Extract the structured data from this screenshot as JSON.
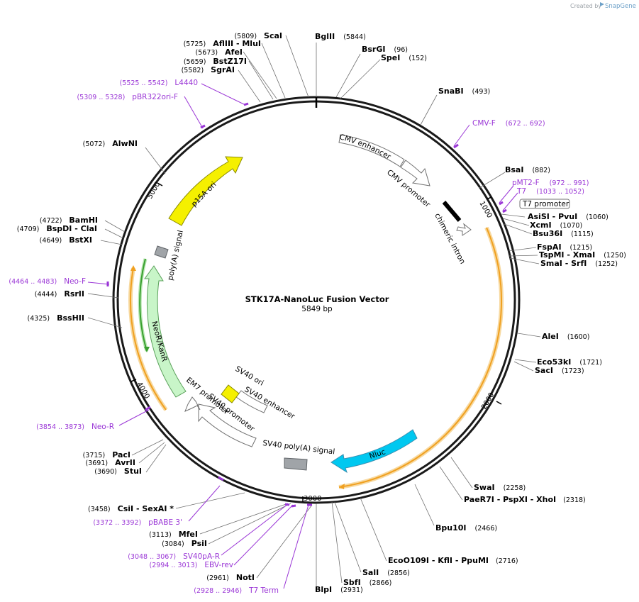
{
  "header": {
    "credit": "Created by",
    "logo": "SnapGene",
    "logo_icon": "snapgene-logo-icon"
  },
  "plasmid": {
    "name": "STK17A-NanoLuc Fusion Vector",
    "length_label": "5849 bp",
    "length": 5849
  },
  "ticks": [
    {
      "label": "1000",
      "pos": 1000
    },
    {
      "label": "2000",
      "pos": 2000
    },
    {
      "label": "3000",
      "pos": 3000
    },
    {
      "label": "4000",
      "pos": 4000
    },
    {
      "label": "5000",
      "pos": 5000
    }
  ],
  "sites": [
    {
      "pre": "",
      "name": "BglII",
      "pos": "(5844)"
    },
    {
      "pre": "",
      "name": "BsrGI",
      "pos": "(96)"
    },
    {
      "pre": "",
      "name": "SpeI",
      "pos": "(152)"
    },
    {
      "pre": "",
      "name": "SnaBI",
      "pos": "(493)"
    },
    {
      "pre": "",
      "name": "BsaI",
      "pos": "(882)"
    },
    {
      "pre": "",
      "name": "AsiSI  - PvuI",
      "pos": "(1060)"
    },
    {
      "pre": "",
      "name": "XcmI",
      "pos": "(1070)"
    },
    {
      "pre": "",
      "name": "Bsu36I",
      "pos": "(1115)"
    },
    {
      "pre": "",
      "name": "FspAI",
      "pos": "(1215)"
    },
    {
      "pre": "",
      "name": "TspMI  - XmaI",
      "pos": "(1250)"
    },
    {
      "pre": "",
      "name": "SmaI  - SrfI",
      "pos": "(1252)"
    },
    {
      "pre": "",
      "name": "AleI",
      "pos": "(1600)"
    },
    {
      "pre": "",
      "name": "Eco53kI",
      "pos": "(1721)"
    },
    {
      "pre": "",
      "name": "SacI",
      "pos": "(1723)"
    },
    {
      "pre": "",
      "name": "SwaI",
      "pos": "(2258)"
    },
    {
      "pre": "",
      "name": "PaeR7I  - PspXI  - XhoI",
      "pos": "(2318)"
    },
    {
      "pre": "",
      "name": "Bpu10I",
      "pos": "(2466)"
    },
    {
      "pre": "",
      "name": "EcoO109I  - KflI  - PpuMI",
      "pos": "(2716)"
    },
    {
      "pre": "",
      "name": "SalI",
      "pos": "(2856)"
    },
    {
      "pre": "",
      "name": "SbfI",
      "pos": "(2866)"
    },
    {
      "pre": "",
      "name": "BlpI",
      "pos": "(2931)"
    },
    {
      "pre": "(2961)",
      "name": "NotI",
      "pos": ""
    },
    {
      "pre": "(3084)",
      "name": "PsiI",
      "pos": ""
    },
    {
      "pre": "(3113)",
      "name": "MfeI",
      "pos": ""
    },
    {
      "pre": "(3458)",
      "name": "CsiI  - SexAI *",
      "pos": ""
    },
    {
      "pre": "(3690)",
      "name": "StuI",
      "pos": ""
    },
    {
      "pre": "(3691)",
      "name": "AvrII",
      "pos": ""
    },
    {
      "pre": "(3715)",
      "name": "PacI",
      "pos": ""
    },
    {
      "pre": "(4325)",
      "name": "BssHII",
      "pos": ""
    },
    {
      "pre": "(4444)",
      "name": "RsrII",
      "pos": ""
    },
    {
      "pre": "(4649)",
      "name": "BstXI",
      "pos": ""
    },
    {
      "pre": "(4709)",
      "name": "BspDI  - ClaI",
      "pos": ""
    },
    {
      "pre": "(4722)",
      "name": "BamHI",
      "pos": ""
    },
    {
      "pre": "(5072)",
      "name": "AlwNI",
      "pos": ""
    },
    {
      "pre": "(5582)",
      "name": "SgrAI",
      "pos": ""
    },
    {
      "pre": "(5659)",
      "name": "BstZ17I",
      "pos": ""
    },
    {
      "pre": "(5673)",
      "name": "AfeI",
      "pos": ""
    },
    {
      "pre": "(5725)",
      "name": "AflIII  - MluI",
      "pos": ""
    },
    {
      "pre": "(5809)",
      "name": "ScaI",
      "pos": ""
    }
  ],
  "primers": [
    {
      "name": "CMV-F",
      "pos": "(672 .. 692)"
    },
    {
      "name": "pMT2-F",
      "pos": "(972 .. 991)"
    },
    {
      "name": "T7",
      "pos": "(1033 .. 1052)"
    },
    {
      "name": "T7 Term",
      "pos": "(2928 .. 2946)"
    },
    {
      "name": "EBV-rev",
      "pos": "(2994 .. 3013)"
    },
    {
      "name": "SV40pA-R",
      "pos": "(3048 .. 3067)"
    },
    {
      "name": "pBABE 3'",
      "pos": "(3372 .. 3392)"
    },
    {
      "name": "Neo-R",
      "pos": "(3854 .. 3873)"
    },
    {
      "name": "Neo-F",
      "pos": "(4464 .. 4483)"
    },
    {
      "name": "pBR322ori-F",
      "pos": "(5309 .. 5328)"
    },
    {
      "name": "L4440",
      "pos": "(5525 .. 5542)"
    }
  ],
  "features": [
    {
      "label": "CMV enhancer",
      "color": "#ffffff"
    },
    {
      "label": "CMV promoter",
      "color": "#ffffff"
    },
    {
      "label": "chimeric intron",
      "color": "#000000"
    },
    {
      "label": "T7 promoter",
      "color": "#ffffff"
    },
    {
      "label": "Nluc",
      "color": "#00c8f0"
    },
    {
      "label": "SV40 poly(A) signal",
      "color": "#a0a4a8"
    },
    {
      "label": "SV40 promoter",
      "color": "#ffffff"
    },
    {
      "label": "SV40 enhancer",
      "color": "#ffffff"
    },
    {
      "label": "SV40 ori",
      "color": "#f5f000"
    },
    {
      "label": "EM7 promoter",
      "color": "#ffffff"
    },
    {
      "label": "NeoR/KanR",
      "color": "#c8f5c8"
    },
    {
      "label": "poly(A) signal",
      "color": "#a0a4a8"
    },
    {
      "label": "p15A ori",
      "color": "#f5f000"
    }
  ],
  "colors": {
    "backbone": "#1a1a1a",
    "primer": "#9a36d6",
    "orf_orange": "#f0a020",
    "orf_green": "#3aa030",
    "site_line": "#707070"
  }
}
